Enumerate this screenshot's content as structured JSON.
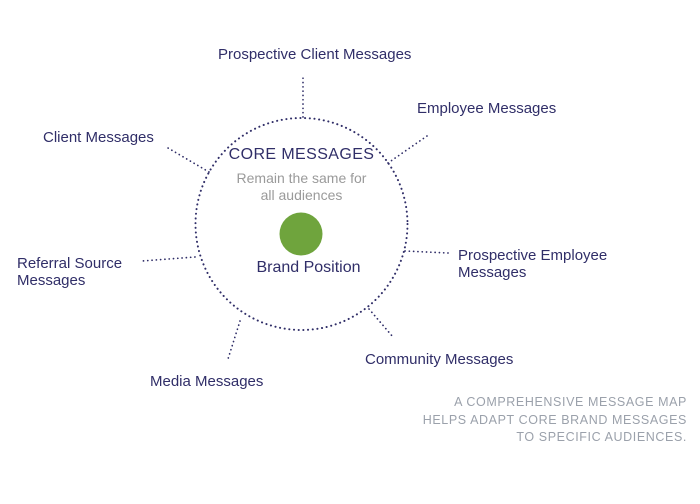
{
  "palette": {
    "navy": "#302e68",
    "green": "#6fa43d",
    "gray_text": "#9a9a9a",
    "caption_gray": "#9ba1ab",
    "background": "#ffffff"
  },
  "center": {
    "title": "CORE MESSAGES",
    "subtitle": "Remain the same for\nall audiences",
    "core_label": "Brand Position"
  },
  "labels": {
    "prospective_client": "Prospective Client Messages",
    "employee": "Employee Messages",
    "client": "Client Messages",
    "referral_source": "Referral Source\nMessages",
    "prospective_employee": "Prospective Employee\nMessages",
    "community": "Community Messages",
    "media": "Media Messages"
  },
  "caption": {
    "text": "A COMPREHENSIVE MESSAGE MAP\nHELPS ADAPT CORE BRAND MESSAGES\nTO SPECIFIC AUDIENCES."
  }
}
